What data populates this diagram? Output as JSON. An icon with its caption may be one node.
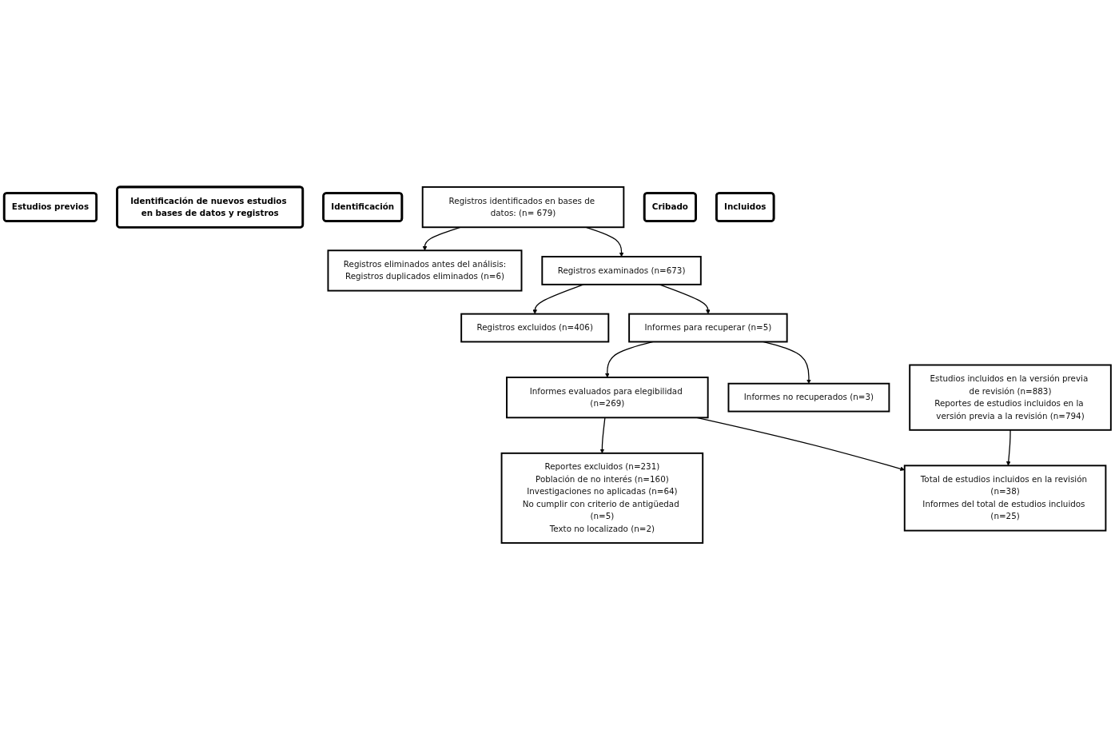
{
  "diagram": {
    "nodes": [
      {
        "text": [
          "Estudios previos"
        ]
      },
      {
        "text": [
          "Identificación de nuevos estudios en bases de datos y registros"
        ]
      },
      {
        "text": [
          "Identificación"
        ]
      },
      {
        "text": [
          "Estudios incluidos en la versión previa de revisión (n=883)",
          "Reportes de estudios incluidos en la versión previa a la revisión (n=794)"
        ]
      },
      {
        "text": [
          "Registros identificados en bases de datos: (n= 679)"
        ]
      },
      {
        "text": [
          "Registros eliminados antes del análisis:",
          "Registros duplicados eliminados (n=6)"
        ]
      },
      {
        "text": [
          "Registros examinados (n=673)"
        ]
      },
      {
        "text": [
          "Registros excluidos (n=406)"
        ]
      },
      {
        "text": [
          "Cribado"
        ]
      },
      {
        "text": [
          "Informes para recuperar (n=5)"
        ]
      },
      {
        "text": [
          "Informes no recuperados (n=3)"
        ]
      },
      {
        "text": [
          "Informes evaluados para elegibilidad (n=269)"
        ]
      },
      {
        "text": [
          "Reportes excluidos (n=231)",
          "Población de no interés (n=160)",
          "Investigaciones no aplicadas (n=64)",
          "No cumplir con criterio de antigüedad (n=5)",
          "Texto no localizado (n=2)"
        ]
      },
      {
        "text": [
          "Incluidos"
        ]
      },
      {
        "text": [
          "Total de estudios incluidos en la revisión (n=38)",
          "Informes del total de estudios incluidos (n=25)"
        ]
      }
    ],
    "edges": [
      {
        "from": 4,
        "to": 5,
        "arrow": "to"
      },
      {
        "from": 4,
        "to": 6,
        "arrow": "to"
      },
      {
        "from": 6,
        "to": 7,
        "arrow": "to"
      },
      {
        "from": 6,
        "to": 9,
        "arrow": "to"
      },
      {
        "from": 9,
        "to": 10,
        "arrow": "to"
      },
      {
        "from": 9,
        "to": 11,
        "arrow": "to"
      },
      {
        "from": 11,
        "to": 12,
        "arrow": "to"
      },
      {
        "from": 11,
        "to": 14,
        "arrow": "to"
      },
      {
        "from": 3,
        "to": 14,
        "arrow": "to"
      }
    ]
  }
}
